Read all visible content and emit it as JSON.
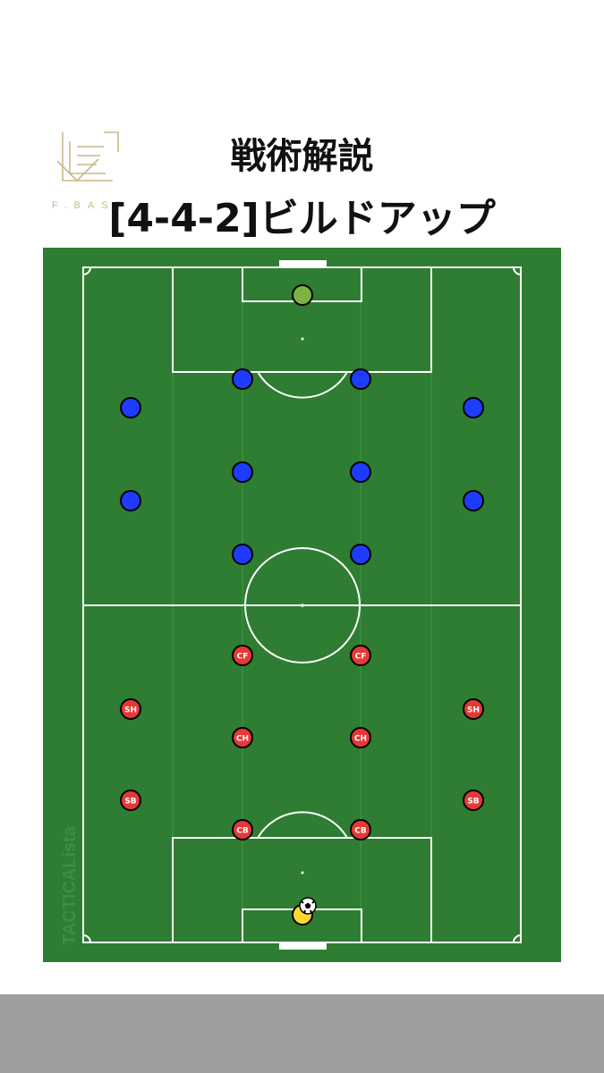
{
  "header": {
    "title_line1": "戦術解説",
    "title_line2": "[4-4-2]ビルドアップ"
  },
  "logo": {
    "text": "F.BASE"
  },
  "pitch": {
    "field_color": "#2e7d32",
    "line_color": "#ffffff",
    "watermark": "TACTICALista",
    "opponent_goalkeeper": {
      "color": "#7cb342"
    },
    "opponent_players": {
      "color": "#1e3cff",
      "count": 10
    },
    "team_players": {
      "color": "#e53935",
      "players": [
        {
          "role": "CF"
        },
        {
          "role": "CF"
        },
        {
          "role": "SH"
        },
        {
          "role": "SH"
        },
        {
          "role": "CH"
        },
        {
          "role": "CH"
        },
        {
          "role": "SB"
        },
        {
          "role": "SB"
        },
        {
          "role": "CB"
        },
        {
          "role": "CB"
        }
      ]
    },
    "team_goalkeeper": {
      "color": "#fdd835",
      "has_ball": true
    }
  },
  "footer": {
    "bar_color": "#9e9e9e"
  }
}
